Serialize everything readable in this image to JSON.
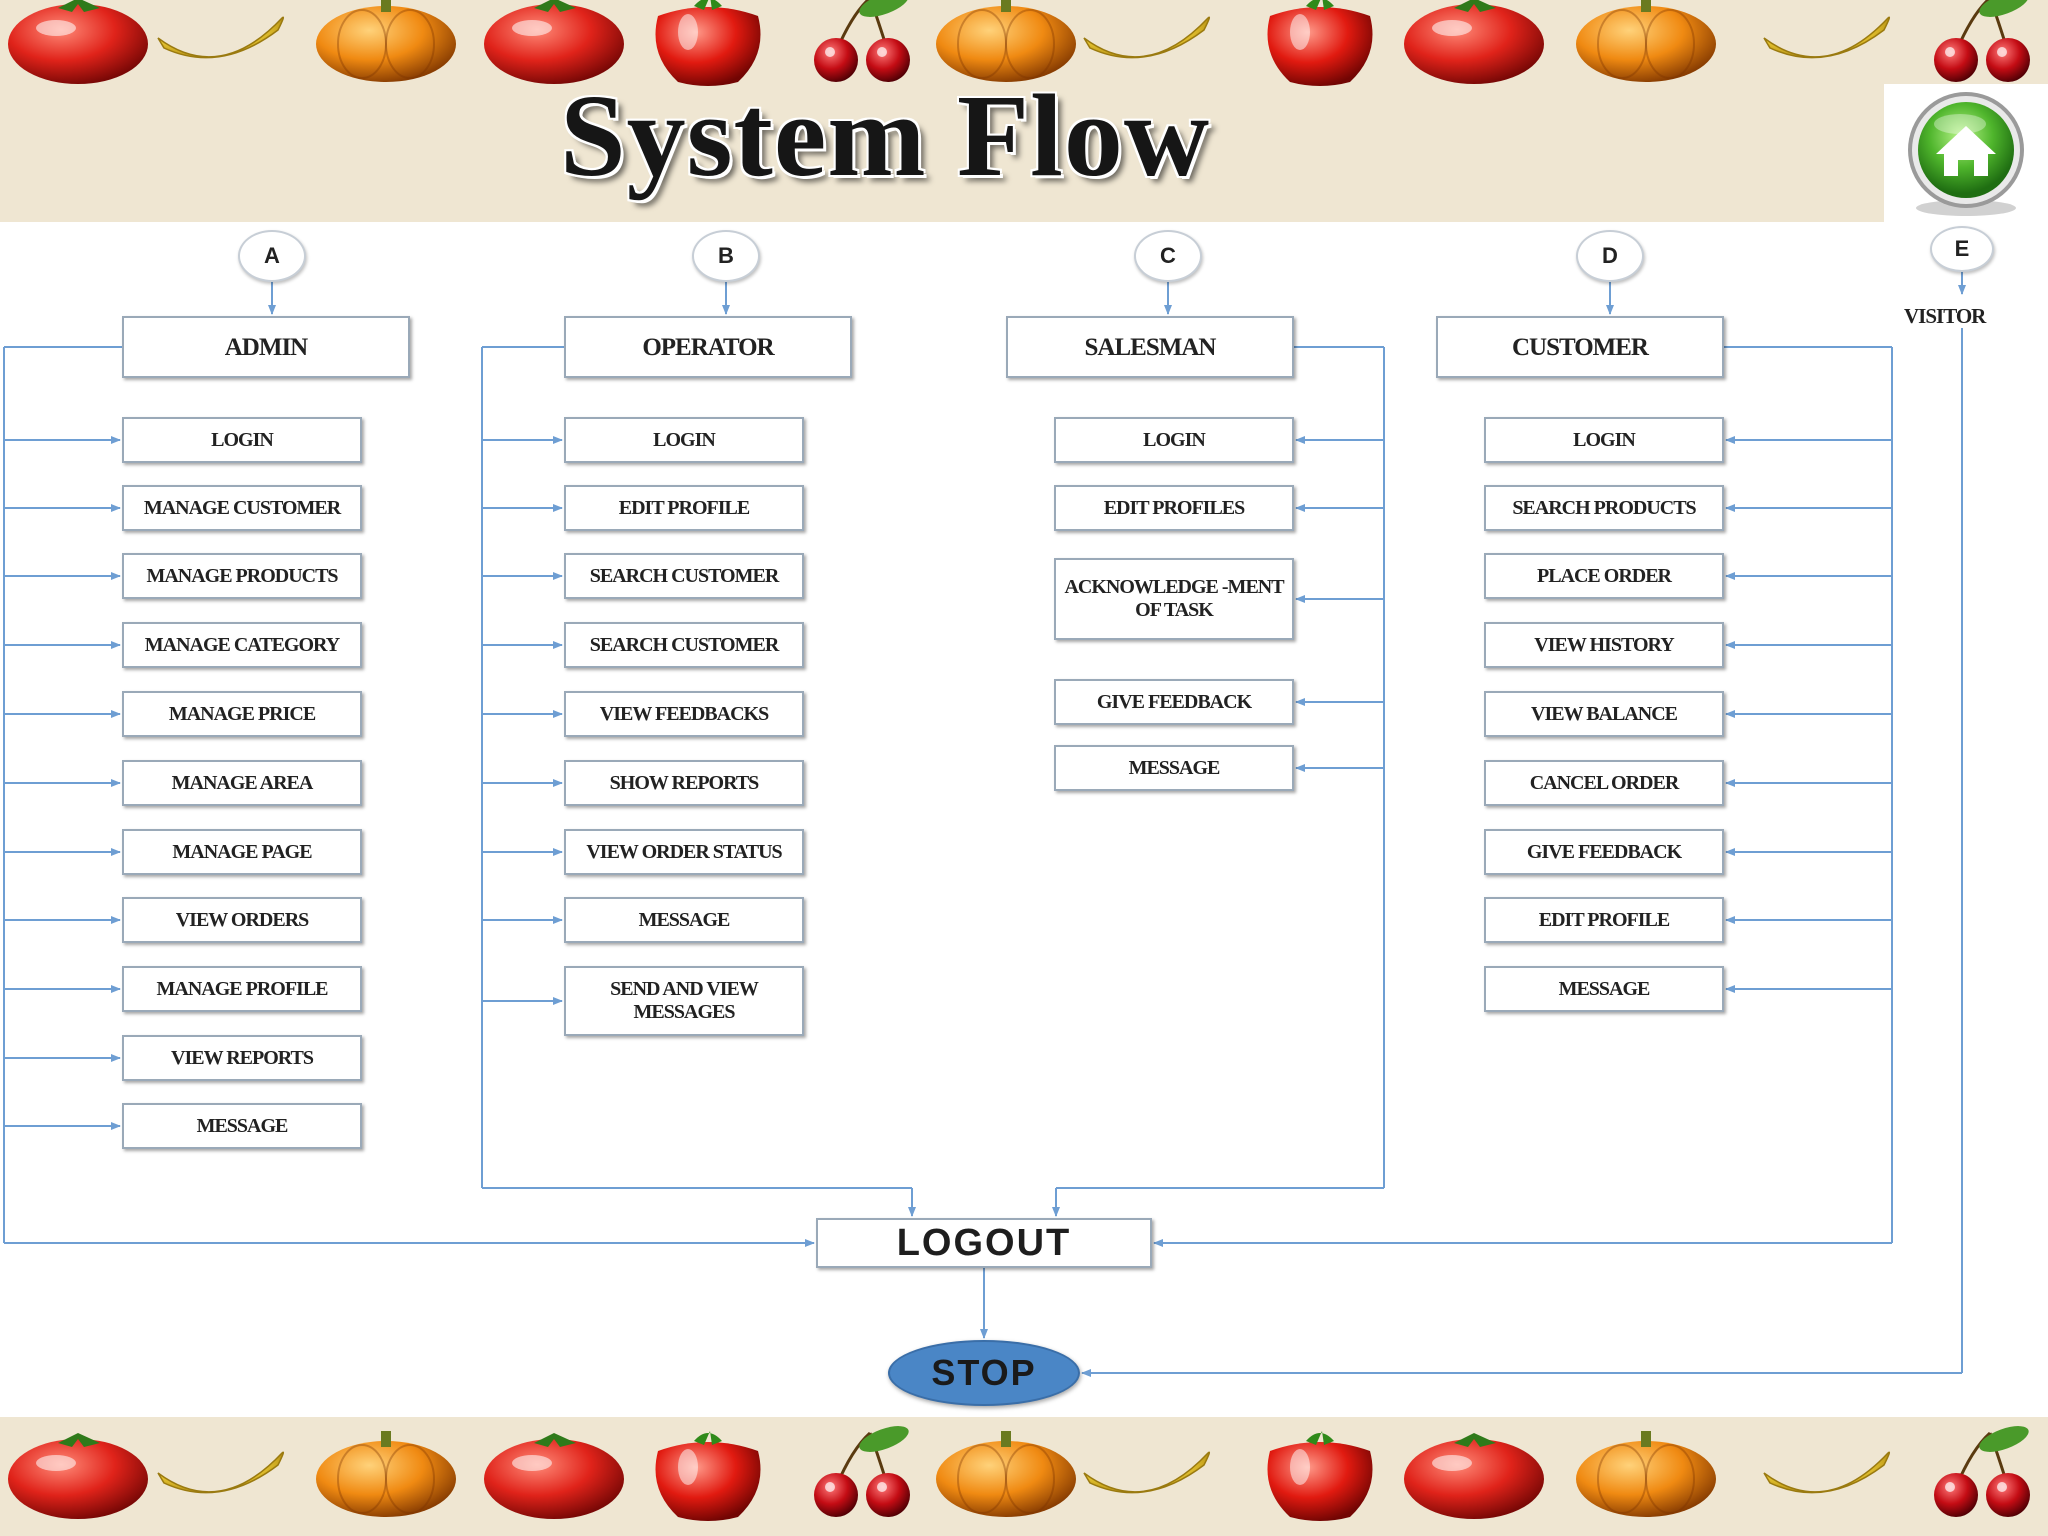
{
  "title": "System Flow",
  "home_icon": "home-icon",
  "colors": {
    "connector": "#6e9ed3",
    "stop": "#4a86c6",
    "band": "#efe6d2",
    "box_border": "#9aa9b8"
  },
  "columns": [
    {
      "id": "a",
      "letter": "A",
      "role": "ADMIN",
      "items": [
        "LOGIN",
        "MANAGE CUSTOMER",
        "MANAGE PRODUCTS",
        "MANAGE CATEGORY",
        "MANAGE PRICE",
        "MANAGE AREA",
        "MANAGE PAGE",
        "VIEW ORDERS",
        "MANAGE PROFILE",
        "VIEW REPORTS",
        "MESSAGE"
      ]
    },
    {
      "id": "b",
      "letter": "B",
      "role": "OPERATOR",
      "items": [
        "LOGIN",
        "EDIT PROFILE",
        "SEARCH CUSTOMER",
        "SEARCH CUSTOMER",
        "VIEW FEEDBACKS",
        "SHOW REPORTS",
        "VIEW ORDER STATUS",
        "MESSAGE",
        "SEND AND VIEW MESSAGES"
      ]
    },
    {
      "id": "c",
      "letter": "C",
      "role": "SALESMAN",
      "items": [
        "LOGIN",
        "EDIT PROFILES",
        "ACKNOWLEDGE -MENT OF TASK",
        "GIVE FEEDBACK",
        "MESSAGE"
      ]
    },
    {
      "id": "d",
      "letter": "D",
      "role": "CUSTOMER",
      "items": [
        "LOGIN",
        "SEARCH PRODUCTS",
        "PLACE ORDER",
        "VIEW HISTORY",
        "VIEW BALANCE",
        "CANCEL ORDER",
        "GIVE FEEDBACK",
        "EDIT PROFILE",
        "MESSAGE"
      ]
    }
  ],
  "visitor": {
    "letter": "E",
    "label": "VISITOR"
  },
  "logout": "LOGOUT",
  "stop": "STOP"
}
